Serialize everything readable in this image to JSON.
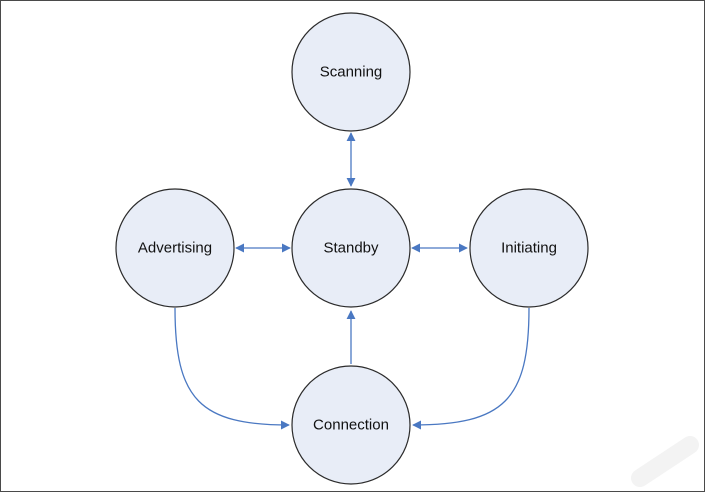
{
  "diagram": {
    "states": [
      {
        "id": "scanning",
        "label": "Scanning"
      },
      {
        "id": "advertising",
        "label": "Advertising"
      },
      {
        "id": "standby",
        "label": "Standby"
      },
      {
        "id": "initiating",
        "label": "Initiating"
      },
      {
        "id": "connection",
        "label": "Connection"
      }
    ],
    "transitions": [
      {
        "from": "standby",
        "to": "scanning",
        "bidirectional": true
      },
      {
        "from": "standby",
        "to": "advertising",
        "bidirectional": true
      },
      {
        "from": "standby",
        "to": "initiating",
        "bidirectional": true
      },
      {
        "from": "connection",
        "to": "standby",
        "bidirectional": false
      },
      {
        "from": "advertising",
        "to": "connection",
        "bidirectional": false
      },
      {
        "from": "initiating",
        "to": "connection",
        "bidirectional": false
      }
    ],
    "colors": {
      "node_fill": "#e8edf7",
      "node_stroke": "#2b2b2b",
      "edge": "#4a78c2"
    }
  }
}
